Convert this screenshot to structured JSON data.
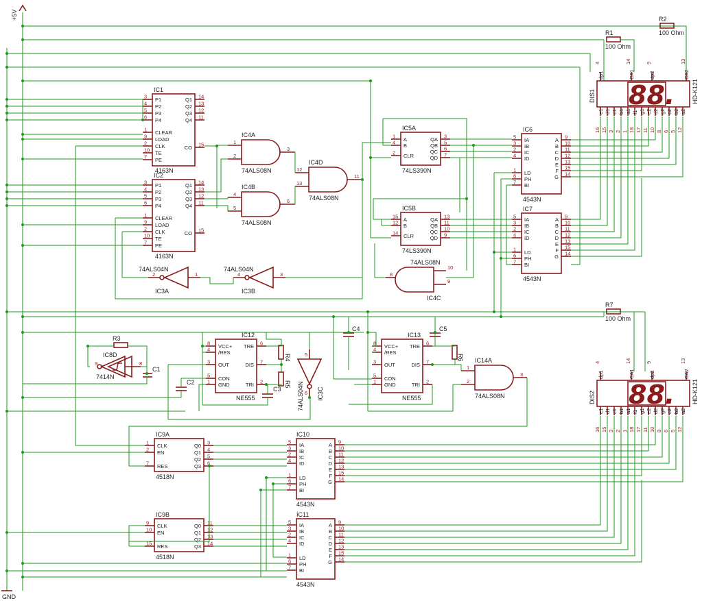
{
  "supply": {
    "plus": "+5V",
    "gnd": "GND"
  },
  "ics": {
    "ic1": {
      "name": "IC1",
      "part": "4163N",
      "pins_left": [
        "P1",
        "P2",
        "P3",
        "P4",
        "CLEAR",
        "LOAD",
        "CLK",
        "TE",
        "PE"
      ],
      "nums_left": [
        "3",
        "4",
        "5",
        "6",
        "1",
        "9",
        "2",
        "10",
        "7"
      ],
      "pins_right": [
        "Q1",
        "Q2",
        "Q3",
        "Q4",
        "CO"
      ],
      "nums_right": [
        "14",
        "13",
        "12",
        "11",
        "15"
      ]
    },
    "ic2": {
      "name": "IC2",
      "part": "4163N",
      "pins_left": [
        "P1",
        "P2",
        "P3",
        "P4",
        "CLEAR",
        "LOAD",
        "CLK",
        "TE",
        "PE"
      ],
      "nums_left": [
        "3",
        "4",
        "5",
        "6",
        "1",
        "9",
        "2",
        "10",
        "7"
      ],
      "pins_right": [
        "Q1",
        "Q2",
        "Q3",
        "Q4",
        "CO"
      ],
      "nums_right": [
        "14",
        "13",
        "12",
        "11",
        "15"
      ]
    },
    "ic4a": {
      "name": "IC4A",
      "part": "74ALS08N",
      "pins": [
        "1",
        "2",
        "3"
      ]
    },
    "ic4b": {
      "name": "IC4B",
      "part": "74ALS08N",
      "pins": [
        "4",
        "5",
        "6"
      ]
    },
    "ic4d": {
      "name": "IC4D",
      "part": "74ALS08N",
      "pins": [
        "12",
        "13",
        "11"
      ]
    },
    "ic4c": {
      "name": "IC4C",
      "part": "74ALS08N",
      "pins": [
        "8",
        "10",
        "9"
      ]
    },
    "ic3a": {
      "name": "IC3A",
      "part": "74ALS04N",
      "pins": [
        "2",
        "1"
      ]
    },
    "ic3b": {
      "name": "IC3B",
      "part": "74ALS04N",
      "pins": [
        "4",
        "3"
      ]
    },
    "ic3c": {
      "name": "IC3C",
      "part": "74ALS04N",
      "pins": [
        "5",
        "6"
      ]
    },
    "ic5a": {
      "name": "IC5A",
      "part": "74LS390N",
      "pins_left": [
        "A",
        "B",
        "CLR"
      ],
      "nums_left": [
        "1",
        "4",
        "2"
      ],
      "pins_right": [
        "QA",
        "QB",
        "QC",
        "QD"
      ],
      "nums_right": [
        "3",
        "5",
        "6",
        "7"
      ]
    },
    "ic5b": {
      "name": "IC5B",
      "part": "74LS390N",
      "pins_left": [
        "A",
        "B",
        "CLR"
      ],
      "nums_left": [
        "15",
        "12",
        "14"
      ],
      "pins_right": [
        "QA",
        "QB",
        "QC",
        "QD"
      ],
      "nums_right": [
        "13",
        "11",
        "10",
        "9"
      ]
    },
    "ic6": {
      "name": "IC6",
      "part": "4543N",
      "pins_left": [
        "IA",
        "IB",
        "IC",
        "ID",
        "LD",
        "PH",
        "BI"
      ],
      "nums_left": [
        "5",
        "3",
        "2",
        "4",
        "1",
        "6",
        "7"
      ],
      "pins_right": [
        "A",
        "B",
        "C",
        "D",
        "E",
        "F",
        "G"
      ],
      "nums_right": [
        "9",
        "10",
        "11",
        "12",
        "13",
        "15",
        "14"
      ]
    },
    "ic7": {
      "name": "IC7",
      "part": "4543N",
      "pins_left": [
        "IA",
        "IB",
        "IC",
        "ID",
        "LD",
        "PH",
        "BI"
      ],
      "nums_left": [
        "5",
        "3",
        "2",
        "4",
        "1",
        "6",
        "7"
      ],
      "pins_right": [
        "A",
        "B",
        "C",
        "D",
        "E",
        "F",
        "G"
      ],
      "nums_right": [
        "9",
        "10",
        "11",
        "12",
        "13",
        "15",
        "14"
      ]
    },
    "ic10": {
      "name": "IC10",
      "part": "4543N",
      "pins_left": [
        "IA",
        "IB",
        "IC",
        "ID",
        "LD",
        "PH",
        "BI"
      ],
      "nums_left": [
        "5",
        "3",
        "2",
        "4",
        "1",
        "6",
        "7"
      ],
      "pins_right": [
        "A",
        "B",
        "C",
        "D",
        "E",
        "F",
        "G"
      ],
      "nums_right": [
        "9",
        "10",
        "11",
        "12",
        "13",
        "15",
        "14"
      ]
    },
    "ic11": {
      "name": "IC11",
      "part": "4543N",
      "pins_left": [
        "IA",
        "IB",
        "IC",
        "ID",
        "LD",
        "PH",
        "BI"
      ],
      "nums_left": [
        "5",
        "3",
        "2",
        "4",
        "1",
        "6",
        "7"
      ],
      "pins_right": [
        "A",
        "B",
        "C",
        "D",
        "E",
        "F",
        "G"
      ],
      "nums_right": [
        "9",
        "10",
        "11",
        "12",
        "13",
        "15",
        "14"
      ]
    },
    "ic9a": {
      "name": "IC9A",
      "part": "4518N",
      "pins_left": [
        "CLK",
        "EN",
        "RES"
      ],
      "nums_left": [
        "1",
        "2",
        "7"
      ],
      "pins_right": [
        "Q0",
        "Q1",
        "Q2",
        "Q3"
      ],
      "nums_right": [
        "3",
        "4",
        "5",
        "6"
      ]
    },
    "ic9b": {
      "name": "IC9B",
      "part": "4518N",
      "pins_left": [
        "CLK",
        "EN",
        "RES"
      ],
      "nums_left": [
        "9",
        "10",
        "15"
      ],
      "pins_right": [
        "Q0",
        "Q1",
        "Q2",
        "Q3"
      ],
      "nums_right": [
        "11",
        "12",
        "13",
        "14"
      ]
    },
    "ic12": {
      "name": "IC12",
      "part": "NE555",
      "pins_left": [
        "VCC+",
        "/RES",
        "OUT",
        "CON",
        "GND"
      ],
      "nums_left": [
        "8",
        "4",
        "3",
        "5",
        "1"
      ],
      "pins_right": [
        "TRE",
        "DIS",
        "TRI"
      ],
      "nums_right": [
        "6",
        "7",
        "2"
      ]
    },
    "ic13": {
      "name": "IC13",
      "part": "NE555",
      "pins_left": [
        "VCC+",
        "/RES",
        "OUT",
        "CON",
        "GND"
      ],
      "nums_left": [
        "8",
        "4",
        "3",
        "5",
        "1"
      ],
      "pins_right": [
        "TRE",
        "DIS",
        "TRI"
      ],
      "nums_right": [
        "6",
        "7",
        "2"
      ]
    },
    "ic14a": {
      "name": "IC14A",
      "part": "74ALS08N",
      "pins": [
        "1",
        "2",
        "3"
      ]
    },
    "ic8d": {
      "name": "IC8D",
      "part": "7414N",
      "pins": [
        "9",
        "8"
      ]
    }
  },
  "passives": {
    "r1": {
      "name": "R1",
      "value": "100 Ohm"
    },
    "r2": {
      "name": "R2",
      "value": "100 Ohm"
    },
    "r3": {
      "name": "R3"
    },
    "r4": {
      "name": "R4"
    },
    "r5": {
      "name": "R5"
    },
    "r6": {
      "name": "R6"
    },
    "r7": {
      "name": "R7",
      "value": "100 Ohm"
    },
    "c1": {
      "name": "C1"
    },
    "c2": {
      "name": "C2"
    },
    "c3": {
      "name": "C3"
    },
    "c4": {
      "name": "C4"
    },
    "c5": {
      "name": "C5"
    }
  },
  "displays": {
    "dis1": {
      "name": "DIS1",
      "part": "HD-K121",
      "digits": "88.",
      "top_pins": [
        "4",
        "14",
        "9",
        "13"
      ],
      "top_labels": [
        "dp1",
        "CA1",
        "dp2",
        "CA2"
      ],
      "bottom_labels": [
        "e1",
        "d1",
        "c1",
        "b1",
        "a1",
        "f1",
        "g1",
        "e2",
        "d2",
        "g2",
        "c2",
        "b2",
        "a2",
        "f2",
        "g2"
      ],
      "bottom_nums": [
        "16",
        "15",
        "3",
        "2",
        "1",
        "18",
        "17",
        "11",
        "10",
        "8",
        "6",
        "5",
        "12",
        "7"
      ]
    },
    "dis2": {
      "name": "DIS2",
      "part": "HD-K121",
      "digits": "88.",
      "top_pins": [
        "4",
        "14",
        "9",
        "13"
      ],
      "top_labels": [
        "dp1",
        "CA1",
        "dp2",
        "CA2"
      ],
      "bottom_labels": [
        "e1",
        "d1",
        "c1",
        "b1",
        "a1",
        "f1",
        "g1",
        "e2",
        "d2",
        "g2",
        "c2",
        "b2",
        "a2",
        "f2",
        "g2"
      ],
      "bottom_nums": [
        "16",
        "15",
        "3",
        "2",
        "1",
        "18",
        "17",
        "11",
        "10",
        "8",
        "6",
        "5",
        "12",
        "7"
      ]
    }
  }
}
